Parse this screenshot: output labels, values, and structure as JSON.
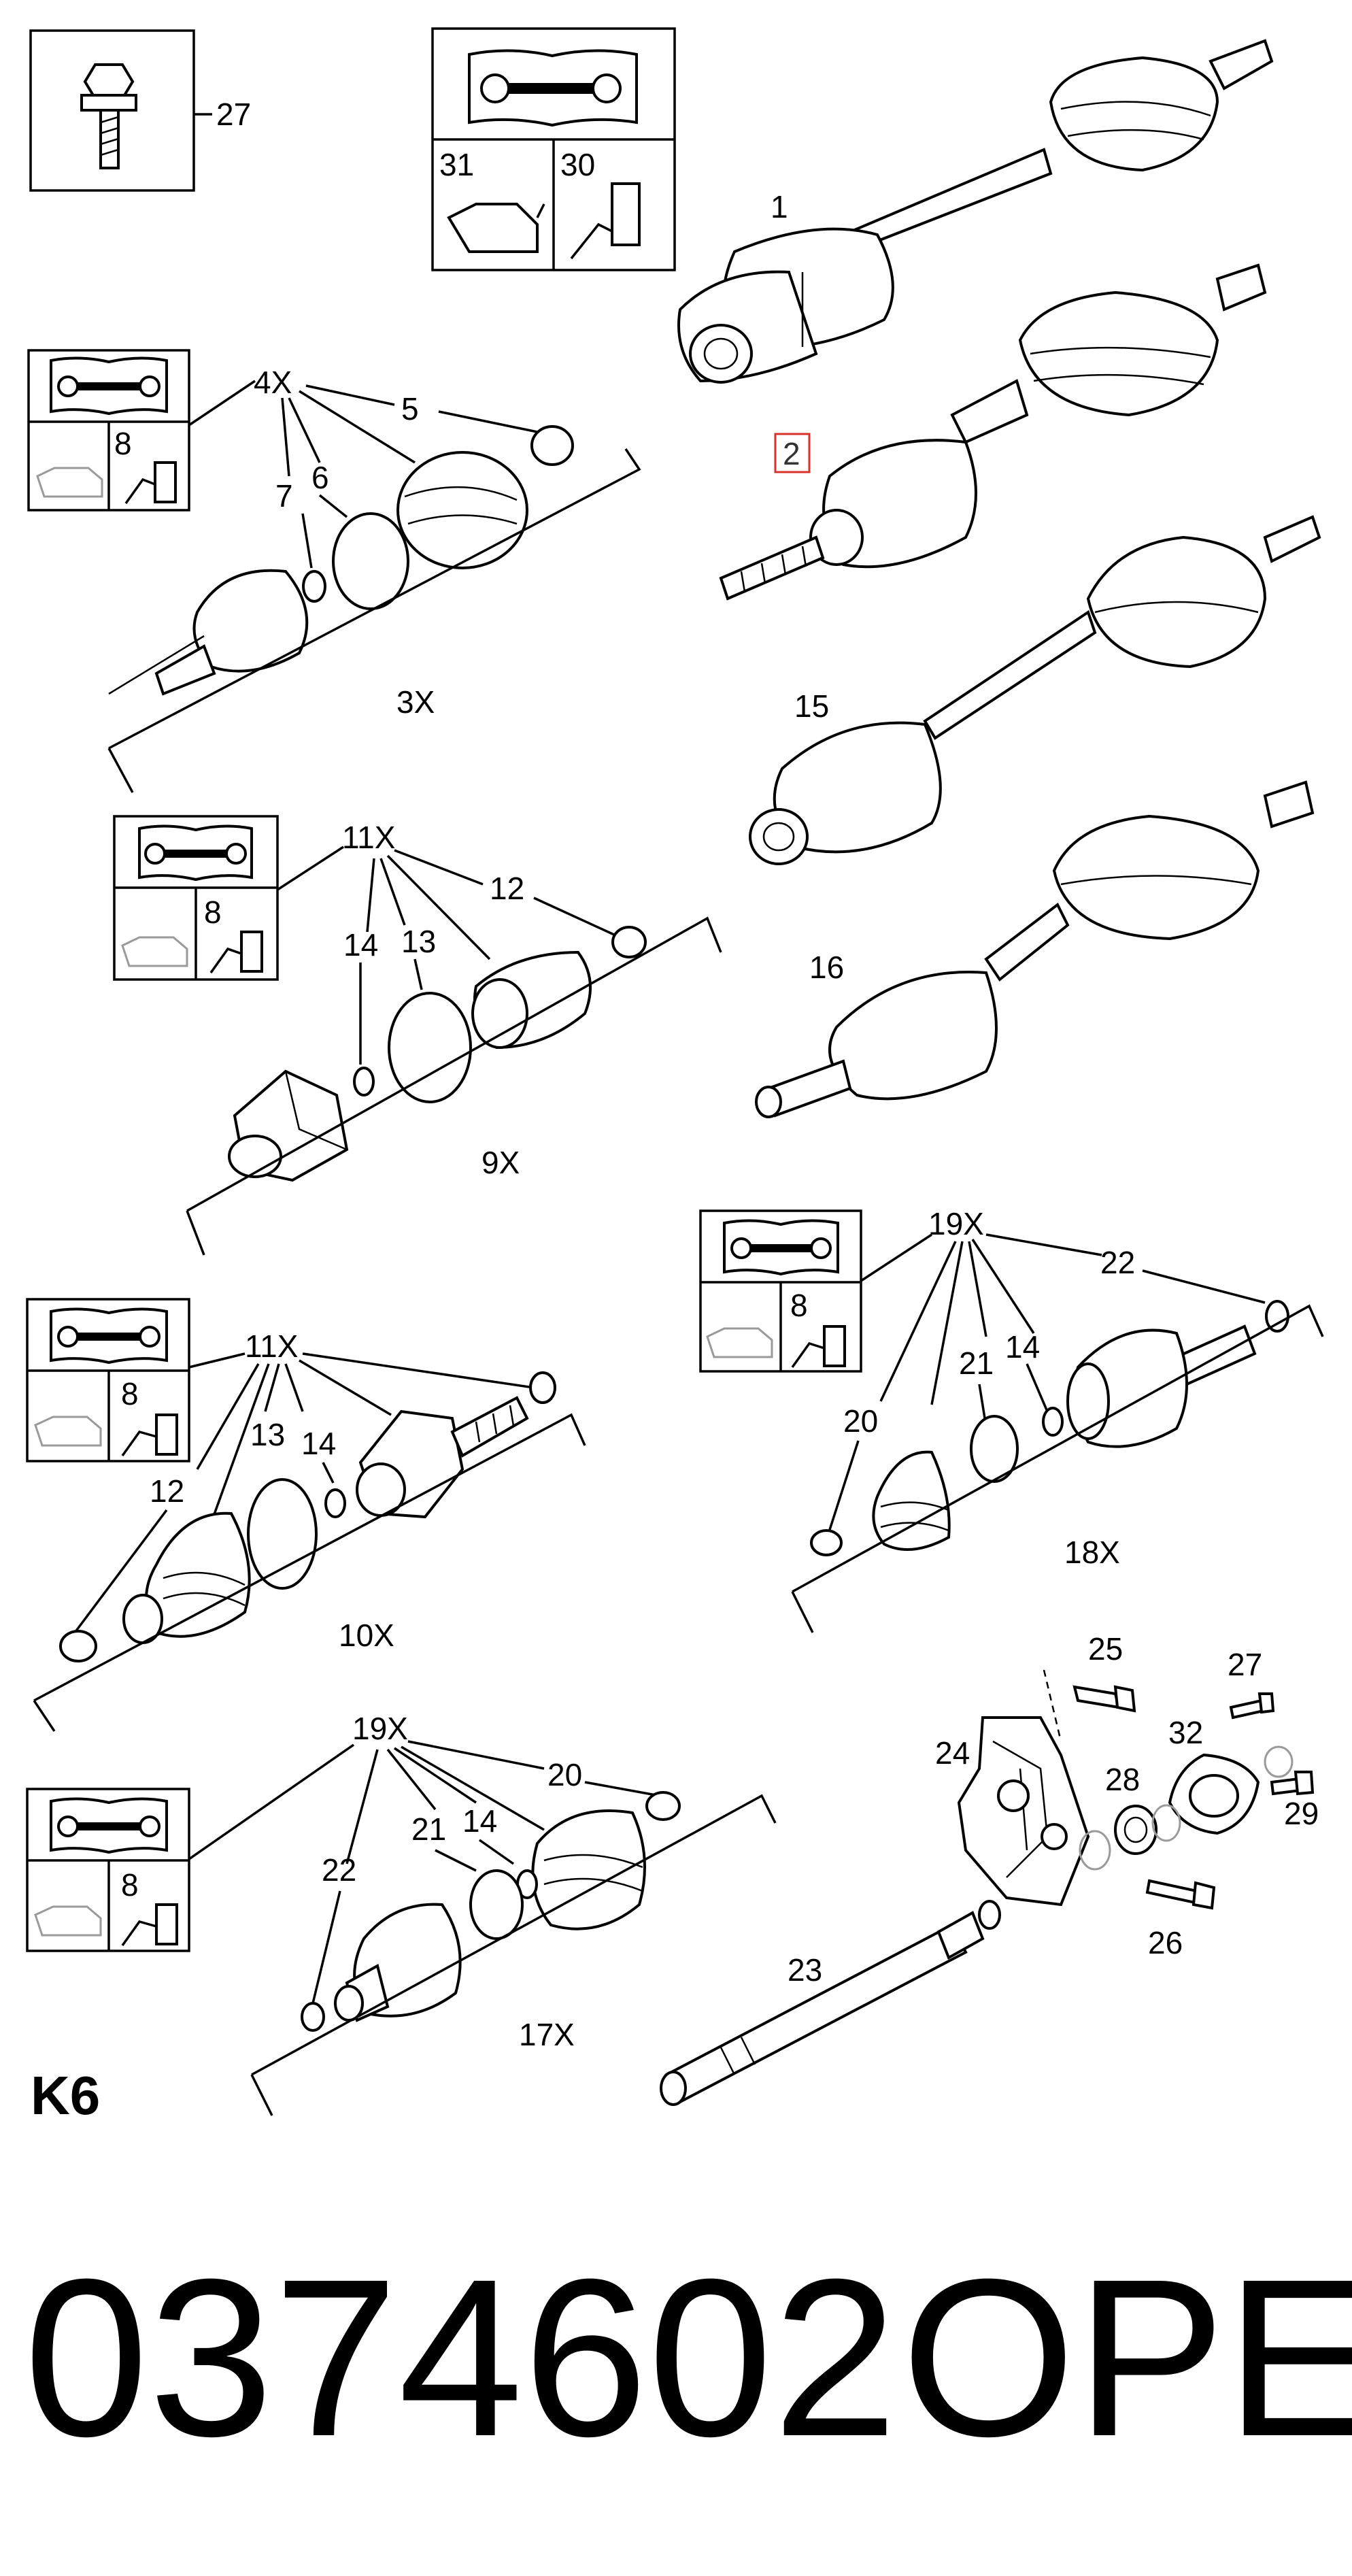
{
  "sheet_code": "K6",
  "part_number": "0374602",
  "brand": "OPEL",
  "highlighted_callout": "2",
  "highlight_color": "#d9322b",
  "callouts": {
    "c1": "1",
    "c2": "2",
    "c15": "15",
    "c16": "16",
    "c27a": "27",
    "c31": "31",
    "c30": "30",
    "c4x": "4X",
    "c5": "5",
    "c6": "6",
    "c7": "7",
    "c8a": "8",
    "c3x": "3X",
    "c11xa": "11X",
    "c12a": "12",
    "c13a": "13",
    "c14a": "14",
    "c8b": "8",
    "c9x": "9X",
    "c11xb": "11X",
    "c12b": "12",
    "c13b": "13",
    "c14b": "14",
    "c8c": "8",
    "c10x": "10X",
    "c19xa": "19X",
    "c22a": "22",
    "c21a": "21",
    "c14c": "14",
    "c20a": "20",
    "c8d": "8",
    "c18x": "18X",
    "c19xb": "19X",
    "c20b": "20",
    "c21b": "21",
    "c14d": "14",
    "c22b": "22",
    "c8e": "8",
    "c17x": "17X",
    "c25": "25",
    "c27b": "27",
    "c24": "24",
    "c32": "32",
    "c28": "28",
    "c29": "29",
    "c26": "26",
    "c23": "23"
  }
}
